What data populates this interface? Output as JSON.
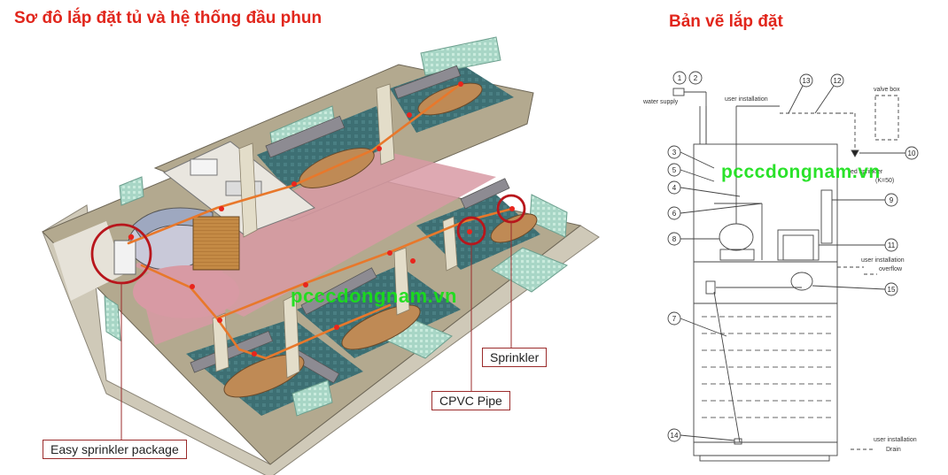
{
  "titles": {
    "left": "Sơ đô lắp đặt tủ và hệ thống đầu phun",
    "right": "Bản vẽ lắp đặt"
  },
  "callouts": {
    "easy_package": "Easy sprinkler package",
    "cpvc_pipe": "CPVC Pipe",
    "sprinkler": "Sprinkler"
  },
  "watermark": "pcccdongnam.vn",
  "schematic": {
    "water_supply": "water supply",
    "user_installation_top": "user installation",
    "valve_box": "valve box",
    "sprinkler_line1": "ed sprinkler",
    "sprinkler_line2": "(K=50)",
    "user_installation_overflow": "user installation",
    "overflow": "overflow",
    "user_installation_drain": "user installation",
    "drain": "Drain",
    "numbers": [
      "1",
      "2",
      "3",
      "4",
      "5",
      "6",
      "7",
      "8",
      "9",
      "10",
      "11",
      "12",
      "13",
      "14",
      "15"
    ]
  },
  "colors": {
    "title_red": "#e1261c",
    "callout_ring": "#b8161c",
    "pipe": "#e8782b",
    "watermark": "#18e018"
  }
}
